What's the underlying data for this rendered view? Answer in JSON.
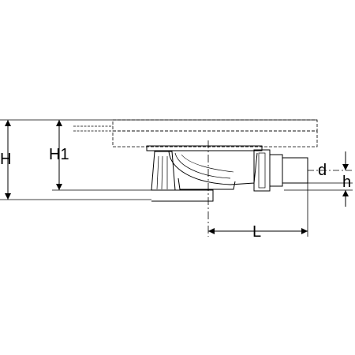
{
  "labels": {
    "H": "H",
    "H1": "H1",
    "d": "d",
    "h": "h",
    "L": "L"
  },
  "colors": {
    "line": "#000000",
    "background": "#ffffff",
    "part_fill": "#ffffff"
  }
}
